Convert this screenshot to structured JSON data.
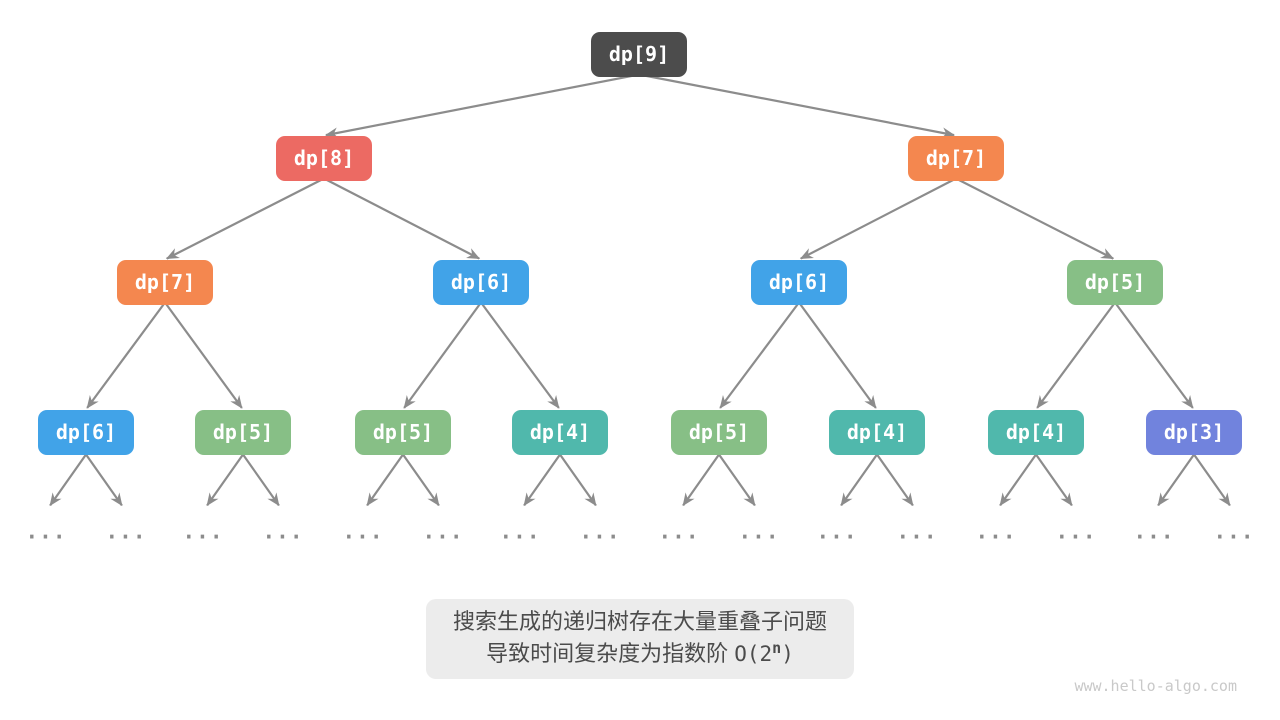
{
  "style": {
    "arrow_color": "#8c8c8c",
    "node_text_color": "#ffffff",
    "caption_bg": "#ececec",
    "caption_text_color": "#4b4b4b",
    "palette": {
      "dark": "#4c4c4c",
      "red": "#ec6a63",
      "orange": "#f4874f",
      "blue": "#41a3e8",
      "green": "#87bf86",
      "teal": "#50b8ac",
      "purple": "#7183dd"
    }
  },
  "tree": {
    "ellipsis": "...",
    "nodes": [
      {
        "label": "dp[9]",
        "label_prefix": "dp[",
        "value": "9",
        "label_suffix": "]",
        "color": "#4c4c4c",
        "level": 0,
        "index": 0,
        "parent": null
      },
      {
        "label": "dp[8]",
        "label_prefix": "dp[",
        "value": "8",
        "label_suffix": "]",
        "color": "#ec6a63",
        "level": 1,
        "index": 0,
        "parent": 0
      },
      {
        "label": "dp[7]",
        "label_prefix": "dp[",
        "value": "7",
        "label_suffix": "]",
        "color": "#f4874f",
        "level": 1,
        "index": 1,
        "parent": 0
      },
      {
        "label": "dp[7]",
        "label_prefix": "dp[",
        "value": "7",
        "label_suffix": "]",
        "color": "#f4874f",
        "level": 2,
        "index": 0,
        "parent": 1
      },
      {
        "label": "dp[6]",
        "label_prefix": "dp[",
        "value": "6",
        "label_suffix": "]",
        "color": "#41a3e8",
        "level": 2,
        "index": 1,
        "parent": 1
      },
      {
        "label": "dp[6]",
        "label_prefix": "dp[",
        "value": "6",
        "label_suffix": "]",
        "color": "#41a3e8",
        "level": 2,
        "index": 2,
        "parent": 2
      },
      {
        "label": "dp[5]",
        "label_prefix": "dp[",
        "value": "5",
        "label_suffix": "]",
        "color": "#87bf86",
        "level": 2,
        "index": 3,
        "parent": 2
      },
      {
        "label": "dp[6]",
        "label_prefix": "dp[",
        "value": "6",
        "label_suffix": "]",
        "color": "#41a3e8",
        "level": 3,
        "index": 0,
        "parent": 3
      },
      {
        "label": "dp[5]",
        "label_prefix": "dp[",
        "value": "5",
        "label_suffix": "]",
        "color": "#87bf86",
        "level": 3,
        "index": 1,
        "parent": 3
      },
      {
        "label": "dp[5]",
        "label_prefix": "dp[",
        "value": "5",
        "label_suffix": "]",
        "color": "#87bf86",
        "level": 3,
        "index": 2,
        "parent": 4
      },
      {
        "label": "dp[4]",
        "label_prefix": "dp[",
        "value": "4",
        "label_suffix": "]",
        "color": "#50b8ac",
        "level": 3,
        "index": 3,
        "parent": 4
      },
      {
        "label": "dp[5]",
        "label_prefix": "dp[",
        "value": "5",
        "label_suffix": "]",
        "color": "#87bf86",
        "level": 3,
        "index": 4,
        "parent": 5
      },
      {
        "label": "dp[4]",
        "label_prefix": "dp[",
        "value": "4",
        "label_suffix": "]",
        "color": "#50b8ac",
        "level": 3,
        "index": 5,
        "parent": 5
      },
      {
        "label": "dp[4]",
        "label_prefix": "dp[",
        "value": "4",
        "label_suffix": "]",
        "color": "#50b8ac",
        "level": 3,
        "index": 6,
        "parent": 6
      },
      {
        "label": "dp[3]",
        "label_prefix": "dp[",
        "value": "3",
        "label_suffix": "]",
        "color": "#7183dd",
        "level": 3,
        "index": 7,
        "parent": 6
      }
    ]
  },
  "caption": {
    "line1": "搜索生成的递归树存在大量重叠子问题",
    "line2_text": "导致时间复杂度为指数阶 ",
    "complexity_prefix": "O(2",
    "exponent": "n",
    "complexity_suffix": ")"
  },
  "watermark": {
    "text": "www.hello-algo.com"
  }
}
